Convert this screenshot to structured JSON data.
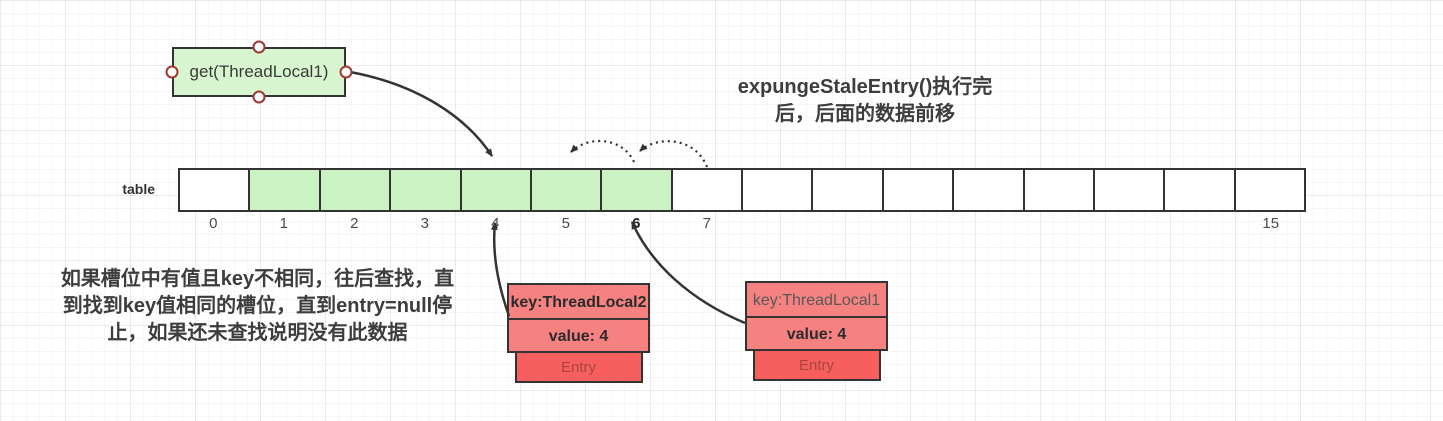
{
  "get_box": {
    "label": "get(ThreadLocal1)"
  },
  "heading": {
    "line1": "expungeStaleEntry()执行完",
    "line2": "后，后面的数据前移"
  },
  "table": {
    "label": "table",
    "cells": [
      {
        "index": "0",
        "green": false,
        "bold": false
      },
      {
        "index": "1",
        "green": true,
        "bold": false
      },
      {
        "index": "2",
        "green": true,
        "bold": false
      },
      {
        "index": "3",
        "green": true,
        "bold": false
      },
      {
        "index": "4",
        "green": true,
        "bold": false
      },
      {
        "index": "5",
        "green": true,
        "bold": false
      },
      {
        "index": "6",
        "green": true,
        "bold": true
      },
      {
        "index": "7",
        "green": false,
        "bold": false
      },
      {
        "index": "",
        "green": false,
        "bold": false
      },
      {
        "index": "",
        "green": false,
        "bold": false
      },
      {
        "index": "",
        "green": false,
        "bold": false
      },
      {
        "index": "",
        "green": false,
        "bold": false
      },
      {
        "index": "",
        "green": false,
        "bold": false
      },
      {
        "index": "",
        "green": false,
        "bold": false
      },
      {
        "index": "",
        "green": false,
        "bold": false
      },
      {
        "index": "15",
        "green": false,
        "bold": false
      }
    ]
  },
  "note": {
    "line1": "如果槽位中有值且key不相同，往后查找，直",
    "line2": "到找到key值相同的槽位，直到entry=null停",
    "line3": "止，如果还未查找说明没有此数据"
  },
  "entries": [
    {
      "key": "key:ThreadLocal2",
      "value": "value: 4",
      "label": "Entry"
    },
    {
      "key": "key:ThreadLocal1",
      "value": "value: 4",
      "label": "Entry"
    }
  ],
  "colors": {
    "slot_green": "#cbf2c3",
    "get_box_green": "#d7f6cf",
    "entry_salmon": "#f58181",
    "entry_red": "#f75f5f",
    "shape_border": "#333333",
    "handle_ring": "#9e3a33",
    "entry_text": "#a8463c",
    "arrow": "#333333"
  }
}
